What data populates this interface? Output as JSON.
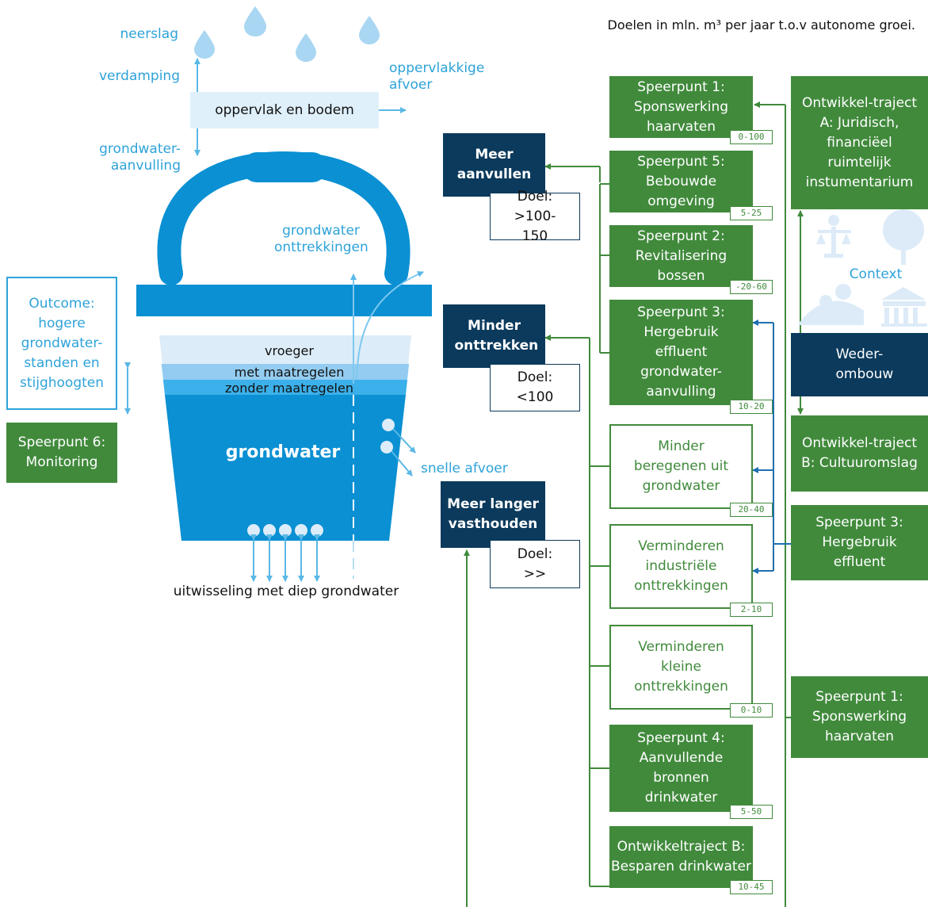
{
  "header_note": "Doelen in mln. m³ per jaar t.o.v autonome groei.",
  "water_cycle": {
    "precipitation": "neerslag",
    "evaporation": "verdamping",
    "surface_runoff": "oppervlakkige afvoer",
    "surface_box": "oppervlak en bodem",
    "recharge": "grondwater-aanvulling",
    "extractions": "grondwater onttrekkingen",
    "fast_runoff": "snelle afvoer",
    "deep_exchange": "uitwisseling met diep grondwater"
  },
  "bucket": {
    "level_past": "vroeger",
    "level_with_measures": "met maatregelen",
    "level_without_measures": "zonder maatregelen",
    "contents": "grondwater"
  },
  "outcome": {
    "text": "Outcome: hogere grondwater-standen en stijghoogten"
  },
  "monitoring": {
    "text": "Speerpunt 6: Monitoring"
  },
  "goals": [
    {
      "title": "Meer aanvullen",
      "target": "Doel: >100-150"
    },
    {
      "title": "Minder onttrekken",
      "target": "Doel: <100"
    },
    {
      "title": "Meer langer vasthouden",
      "target": "Doel: >>"
    }
  ],
  "measures": [
    {
      "text": "Speerpunt 1: Sponswerking haarvaten",
      "range": "0-100",
      "style": "solid"
    },
    {
      "text": "Speerpunt 5: Bebouwde omgeving",
      "range": "5-25",
      "style": "solid"
    },
    {
      "text": "Speerpunt 2: Revitalisering bossen",
      "range": "-20-60",
      "style": "solid"
    },
    {
      "text": "Speerpunt 3: Hergebruik effluent grondwater-aanvulling",
      "range": "10-20",
      "style": "solid"
    },
    {
      "text": "Minder beregenen uit grondwater",
      "range": "20-40",
      "style": "outline"
    },
    {
      "text": "Verminderen industriële onttrekkingen",
      "range": "2-10",
      "style": "outline"
    },
    {
      "text": "Verminderen kleine onttrekkingen",
      "range": "0-10",
      "style": "outline"
    },
    {
      "text": "Speerpunt 4: Aanvullende bronnen drinkwater",
      "range": "5-50",
      "style": "solid"
    },
    {
      "text": "Ontwikkeltraject B: Besparen drinkwater",
      "range": "10-45",
      "style": "solid"
    }
  ],
  "right_column": {
    "traject_a": "Ontwikkel-traject A: Juridisch, financiëel ruimtelijk instumentarium",
    "context": "Context",
    "wederombouw": "Weder-ombouw",
    "traject_b": "Ontwikkel-traject B: Cultuuromslag",
    "speerpunt3": "Speerpunt 3: Hergebruik effluent",
    "speerpunt1": "Speerpunt 1: Sponswerking haarvaten"
  },
  "colors": {
    "green": "#418a3c",
    "navy": "#0b3a5c",
    "water_blue": "#2ea3d9",
    "bucket_blue": "#0a90d3"
  },
  "icons": [
    "raindrop-icon",
    "justice-icon",
    "tree-icon",
    "landscape-icon",
    "building-icon"
  ]
}
